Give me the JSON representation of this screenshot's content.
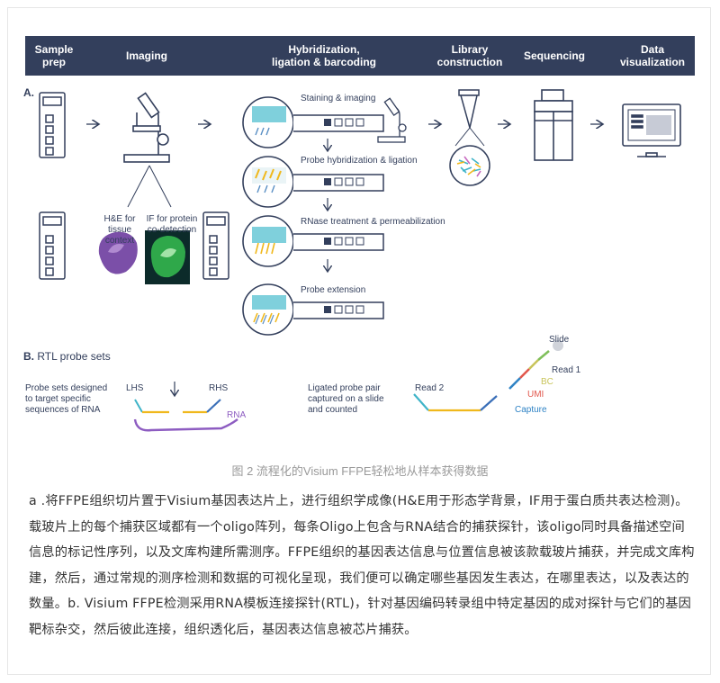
{
  "header": {
    "steps": [
      "Sample\nprep",
      "Imaging",
      "Hybridization,\nligation & barcoding",
      "Library\nconstruction",
      "Sequencing",
      "Data\nvisualization"
    ]
  },
  "section_a": {
    "label": "A."
  },
  "section_b": {
    "label": "B.",
    "title": "RTL probe sets"
  },
  "imaging": {
    "he_label": "H&E for\ntissue context",
    "if_label": "IF for protein\nco-detection"
  },
  "hybridization_steps": [
    "Staining & imaging",
    "Probe hybridization & ligation",
    "RNase treatment & permeabilization",
    "Probe extension"
  ],
  "probe": {
    "left_note": "Probe sets designed\nto target specific\nsequences of RNA",
    "lhs": "LHS",
    "rhs": "RHS",
    "rna": "RNA",
    "ligated_note": "Ligated probe pair\ncaptured on a slide\nand counted",
    "read2": "Read 2",
    "slide": "Slide",
    "read1": "Read 1",
    "bc": "BC",
    "umi": "UMI",
    "capture": "Capture"
  },
  "colors": {
    "navy": "#333f5c",
    "lhs": "#f0b81c",
    "rhs": "#3a6fb8",
    "rna": "#8d5cc1",
    "teal": "#3fb4c8",
    "bc": "#c8c45a",
    "umi": "#e2574c",
    "capture": "#2f83c5"
  },
  "caption": "图 2 流程化的Visium FFPE轻松地从样本获得数据",
  "body": "a .将FFPE组织切片置于Visium基因表达片上，进行组织学成像(H&E用于形态学背景，IF用于蛋白质共表达检测)。载玻片上的每个捕获区域都有一个oligo阵列，每条Oligo上包含与RNA结合的捕获探针，该oligo同时具备描述空间信息的标记性序列，以及文库构建所需测序。FFPE组织的基因表达信息与位置信息被该款载玻片捕获，并完成文库构建，然后，通过常规的测序检测和数据的可视化呈现，我们便可以确定哪些基因发生表达，在哪里表达，以及表达的数量。b. Visium FFPE检测采用RNA模板连接探针(RTL)，针对基因编码转录组中特定基因的成对探针与它们的基因靶标杂交，然后彼此连接，组织透化后，基因表达信息被芯片捕获。"
}
